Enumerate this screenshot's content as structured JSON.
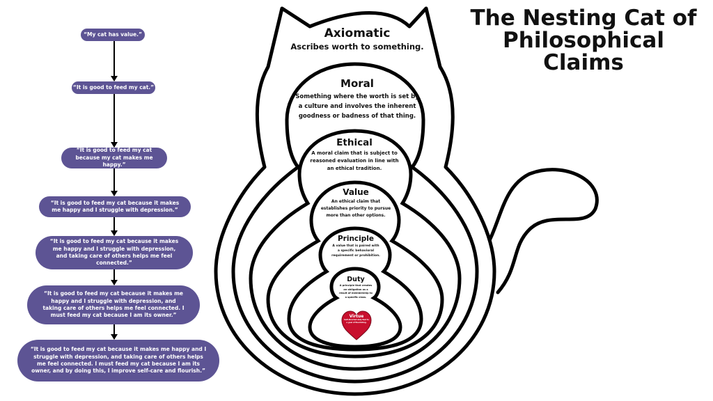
{
  "title": {
    "line1": "The Nesting Cat of",
    "line2": "Philosophical Claims"
  },
  "claims": [
    "“My cat has value.”",
    "“It is good to feed my cat.”",
    "“It is good to feed my cat because my cat makes me happy.”",
    "“It is good to feed my cat because it makes me happy and I struggle with depression.”",
    "“It is good to feed my cat because it makes me happy and I struggle with depression, and taking care of others helps me feel connected.”",
    "“It is good to feed my cat because it makes me happy and I struggle with depression, and taking care of others helps me feel connected. I must feed my cat because I am its owner.”",
    "“It is good to feed my cat because it makes me happy and I struggle with depression, and taking care of others helps me feel connected. I must feed my cat because I am its owner, and by doing this, I improve self-care and flourish.”"
  ],
  "layers": [
    {
      "name": "Axiomatic",
      "desc": "Ascribes worth to something."
    },
    {
      "name": "Moral",
      "desc": "Something where the worth is set by a culture and involves the inherent goodness or badness of that thing."
    },
    {
      "name": "Ethical",
      "desc": "A moral claim that is subject to reasoned evaluation in line with an ethical tradition."
    },
    {
      "name": "Value",
      "desc": "An ethical claim that establishes priority to pursue more than other options."
    },
    {
      "name": "Principle",
      "desc": "A value that is paired with a specific behavioral requirement or prohibition."
    },
    {
      "name": "Duty",
      "desc": "A principle that creates an obligation as a result of membership to a specific class."
    },
    {
      "name": "Virtue",
      "desc": "Self-directed duty tied to a goal of flourishing."
    }
  ],
  "colors": {
    "pill": "#5d5494",
    "heart": "#c8102e",
    "stroke": "#000000"
  }
}
